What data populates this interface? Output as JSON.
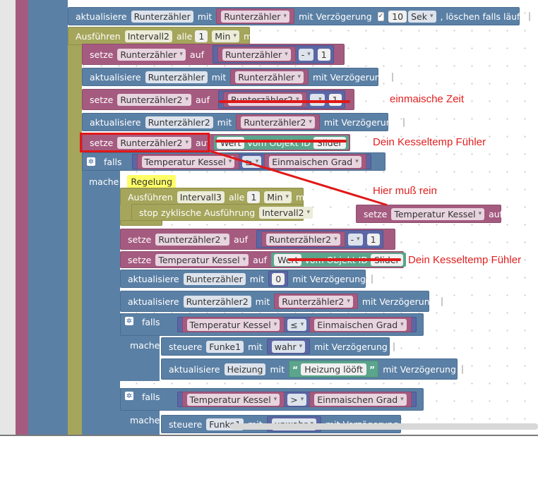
{
  "colors": {
    "procedure": "#5b80a5",
    "variable": "#a55b80",
    "interval": "#a5a55b",
    "math": "#5b67a5",
    "annotation": "#e02020"
  },
  "rows": {
    "r1": {
      "kw": "aktualisiere",
      "var": "Runterzähler",
      "mit": "mit",
      "val": "Runterzähler",
      "delay": "mit Verzögerung",
      "check": "✓",
      "num": "10",
      "unit": "Sek",
      "tail": ", löschen falls läuft"
    },
    "r2": {
      "kw": "Ausführen",
      "name": "Intervall2",
      "alle": "alle",
      "num": "1",
      "unit": "Min",
      "ms": "ms"
    },
    "r3": {
      "kw": "setze",
      "var": "Runterzähler",
      "auf": "auf",
      "val": "Runterzähler",
      "op": "-",
      "num": "1"
    },
    "r4": {
      "kw": "aktualisiere",
      "var": "Runterzähler",
      "mit": "mit",
      "val": "Runterzähler",
      "delay": "mit Verzögerung"
    },
    "r5": {
      "kw": "setze",
      "var": "Runterzähler2",
      "auf": "auf",
      "val": "Runterzähler2",
      "op": "-",
      "num": "1"
    },
    "r6": {
      "kw": "aktualisiere",
      "var": "Runterzähler2",
      "mit": "mit",
      "val": "Runterzähler2",
      "delay": "mit Verzögerung"
    },
    "r7": {
      "kw": "setze",
      "var": "Runterzähler2",
      "auf": "auf",
      "wert": "Wert",
      "obj": "vom Objekt ID",
      "id": "Slider"
    },
    "r8": {
      "kw": "falls",
      "left": "Temperatur Kessel",
      "op": "≥",
      "right": "Einmaischen Grad"
    },
    "r9": {
      "kw": "mache",
      "comment": "Regelung"
    },
    "r10": {
      "kw": "Ausführen",
      "name": "Intervall3",
      "alle": "alle",
      "num": "1",
      "unit": "Min",
      "ms": "ms"
    },
    "r11": {
      "kw": "stop zyklische Ausführung",
      "name": "Intervall2"
    },
    "r12": {
      "kw": "setze",
      "var": "Runterzähler2",
      "auf": "auf",
      "val": "Runterzähler2",
      "op": "-",
      "num": "1"
    },
    "r13": {
      "kw": "setze",
      "var": "Temperatur Kessel",
      "auf": "auf",
      "wert": "Wert",
      "obj": "vom Objekt ID",
      "id": "Slider"
    },
    "r14": {
      "kw": "aktualisiere",
      "var": "Runterzähler",
      "mit": "mit",
      "num": "0",
      "delay": "mit Verzögerung"
    },
    "r15": {
      "kw": "aktualisiere",
      "var": "Runterzähler2",
      "mit": "mit",
      "val": "Runterzähler2",
      "delay": "mit Verzögerung"
    },
    "r16": {
      "kw": "falls",
      "left": "Temperatur Kessel",
      "op": "≤",
      "right": "Einmaischen Grad"
    },
    "r17": {
      "kw": "mache",
      "steuere": "steuere",
      "var": "Funke1",
      "mit": "mit",
      "val": "wahr",
      "delay": "mit Verzögerung"
    },
    "r18": {
      "kw": "aktualisiere",
      "var": "Heizung",
      "mit": "mit",
      "text": "Heizung lööft",
      "delay": "mit Verzögerung"
    },
    "r19": {
      "kw": "falls",
      "left": "Temperatur Kessel",
      "op": ">",
      "right": "Einmaischen Grad"
    },
    "r20": {
      "kw": "mache",
      "steuere": "steuere",
      "var": "Funke1",
      "mit": "mit",
      "val": "unwahr",
      "delay": "mit Verzögerung"
    },
    "float": {
      "kw": "setze",
      "var": "Temperatur Kessel",
      "auf": "auf"
    }
  },
  "annotations": {
    "a1": "einmaische Zeit",
    "a2": "Dein Kesseltemp Fühler",
    "a3": "Hier muß rein",
    "a4": "Dein Kesseltemp Fühler"
  }
}
